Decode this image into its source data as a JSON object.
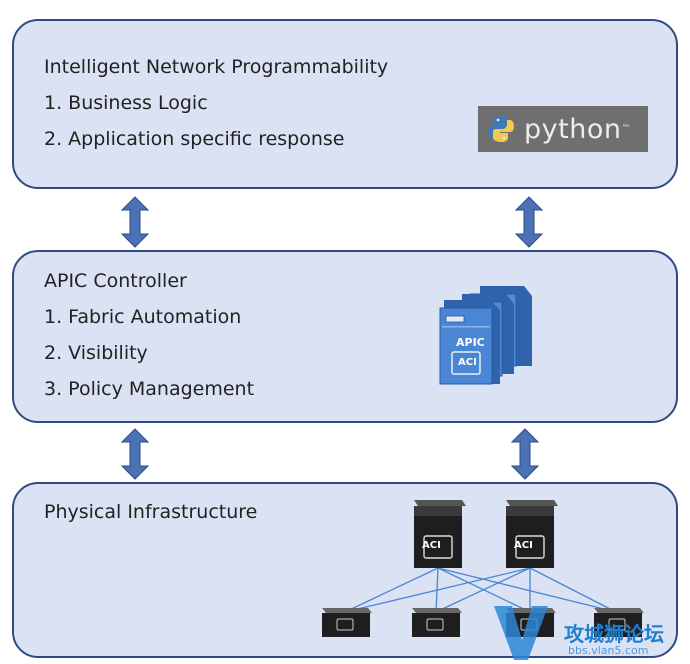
{
  "layers": {
    "top": {
      "title": "Intelligent Network Programmability",
      "items": [
        "1.  Business Logic",
        "2.  Application specific response"
      ],
      "logo_text": "python",
      "logo_tm": "™"
    },
    "middle": {
      "title": "APIC Controller",
      "items": [
        "1.  Fabric Automation",
        "2.  Visibility",
        "3.  Policy Management"
      ],
      "device_label": "APIC",
      "device_badge": "ACI"
    },
    "bottom": {
      "title": "Physical Infrastructure",
      "spine_badge": "ACI"
    }
  },
  "watermark": {
    "text": "攻城狮论坛",
    "sub": "bbs.vlan5.com"
  },
  "colors": {
    "box_fill": "#dbe2f3",
    "box_border": "#2f4c82",
    "arrow": "#4a72b5",
    "device_blue": "#3b78c9",
    "python_bg": "#6f6f6f"
  },
  "icons": [
    "python-logo-icon",
    "apic-server-icon",
    "spine-switch-icon",
    "leaf-switch-icon",
    "double-arrow-icon"
  ]
}
